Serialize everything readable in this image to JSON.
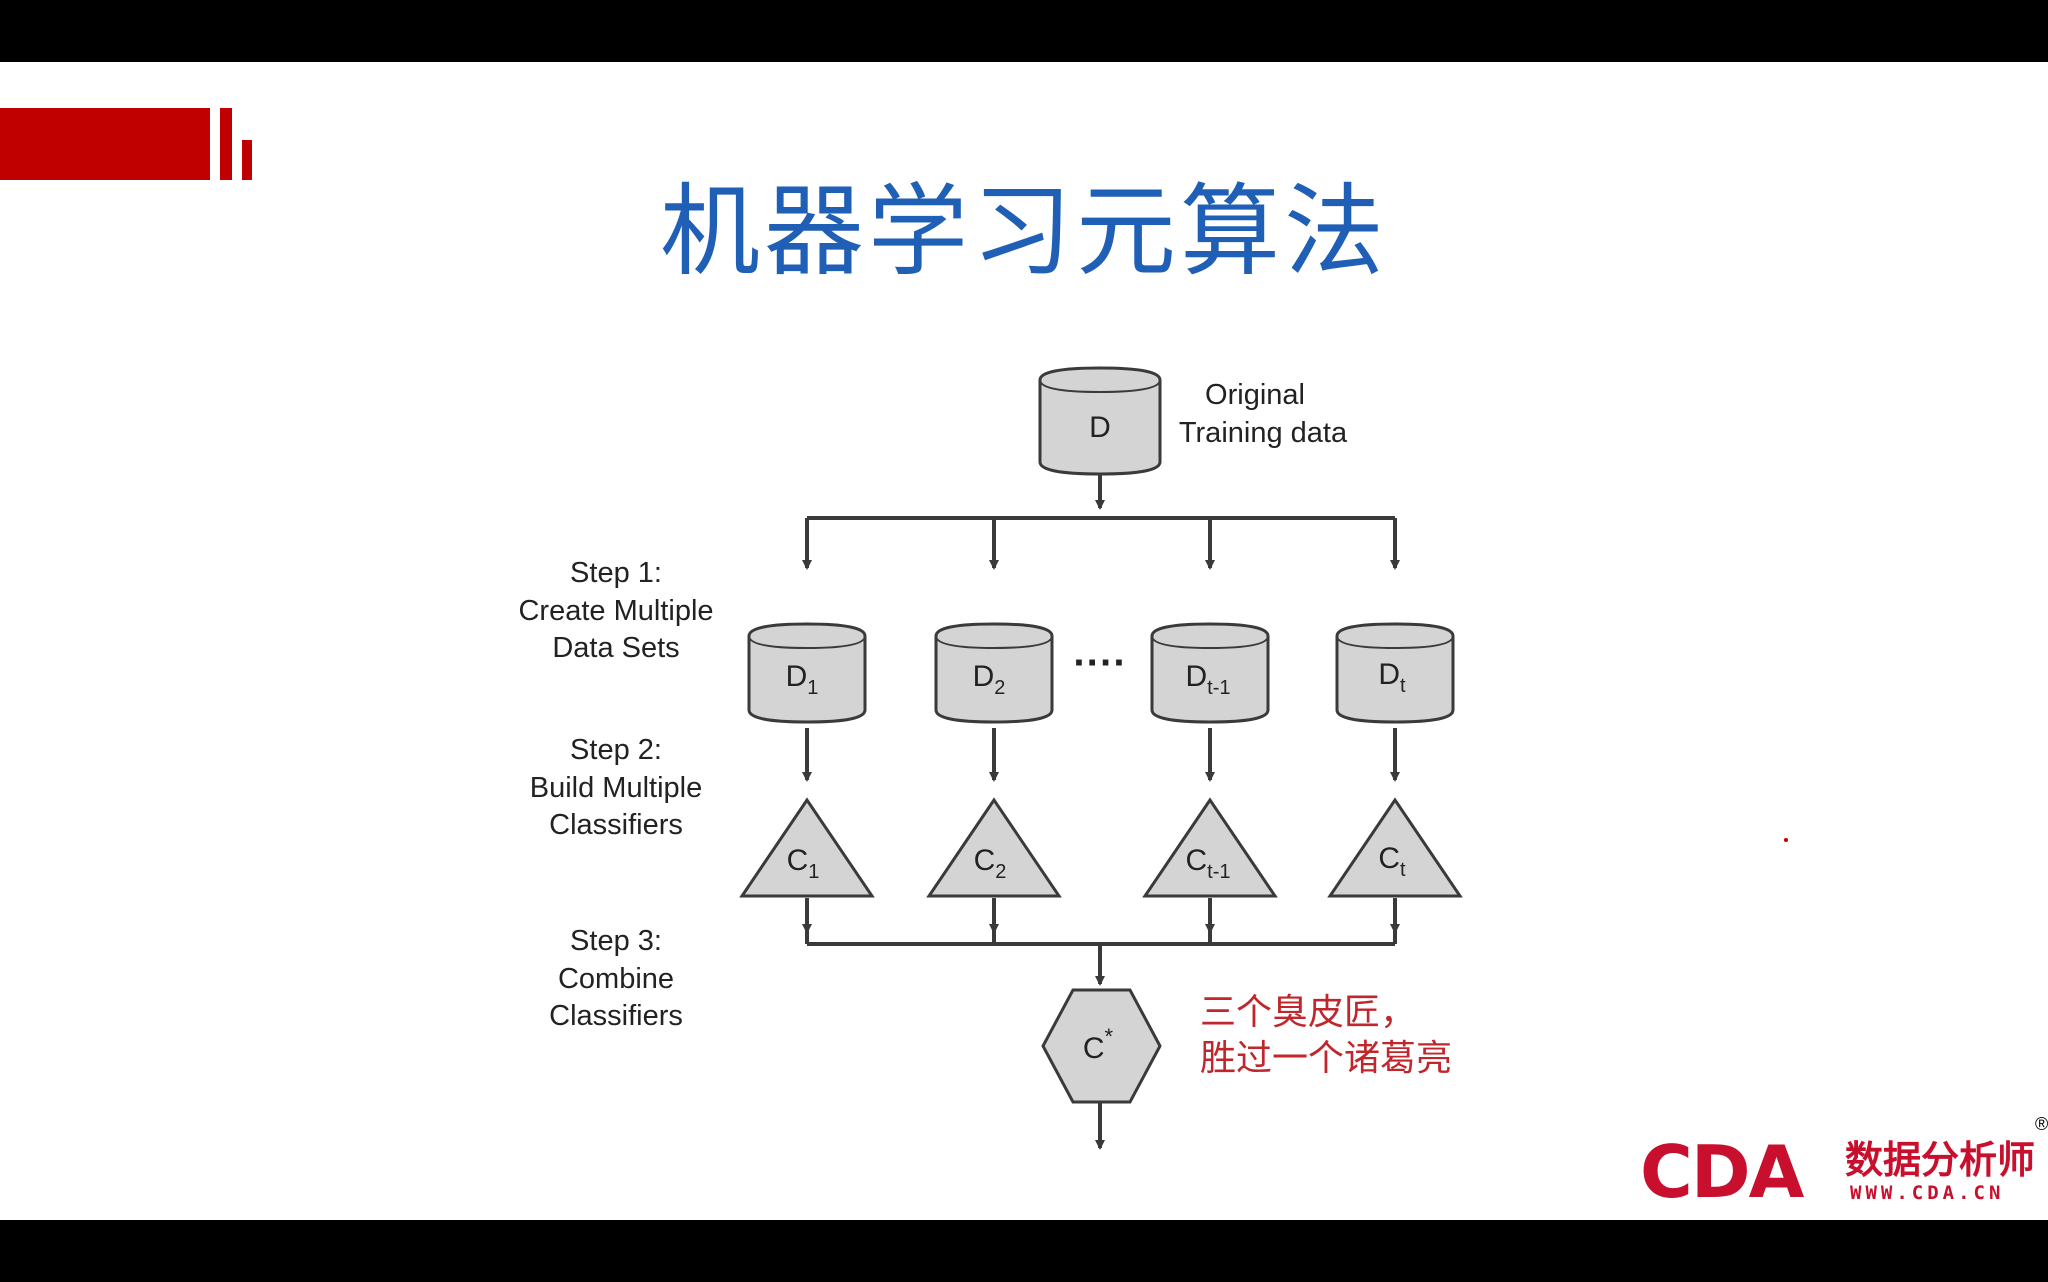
{
  "title": "机器学习元算法",
  "diagram": {
    "original": {
      "node": "D",
      "label_line1": "Original",
      "label_line2": "Training data"
    },
    "steps": [
      {
        "line1": "Step 1:",
        "line2": "Create Multiple",
        "line3": "Data Sets"
      },
      {
        "line1": "Step 2:",
        "line2": "Build Multiple",
        "line3": "Classifiers"
      },
      {
        "line1": "Step 3:",
        "line2": "Combine",
        "line3": "Classifiers"
      }
    ],
    "datasets": [
      {
        "base": "D",
        "sub": "1"
      },
      {
        "base": "D",
        "sub": "2"
      },
      {
        "base": "D",
        "sub": "t-1"
      },
      {
        "base": "D",
        "sub": "t"
      }
    ],
    "ellipsis": "····",
    "classifiers": [
      {
        "base": "C",
        "sub": "1"
      },
      {
        "base": "C",
        "sub": "2"
      },
      {
        "base": "C",
        "sub": "t-1"
      },
      {
        "base": "C",
        "sub": "t"
      }
    ],
    "combined": {
      "base": "C",
      "sup": "*"
    }
  },
  "note": {
    "line1": "三个臭皮匠，",
    "line2": "胜过一个诸葛亮"
  },
  "brand": {
    "logo": "CDA",
    "name": "数据分析师",
    "url": "WWW.CDA.CN",
    "reg": "®"
  },
  "colors": {
    "title": "#1f5fb5",
    "accent": "#c00000",
    "note": "#c0272d",
    "shape_fill": "#d4d4d4",
    "stroke": "#3a3a3a"
  }
}
